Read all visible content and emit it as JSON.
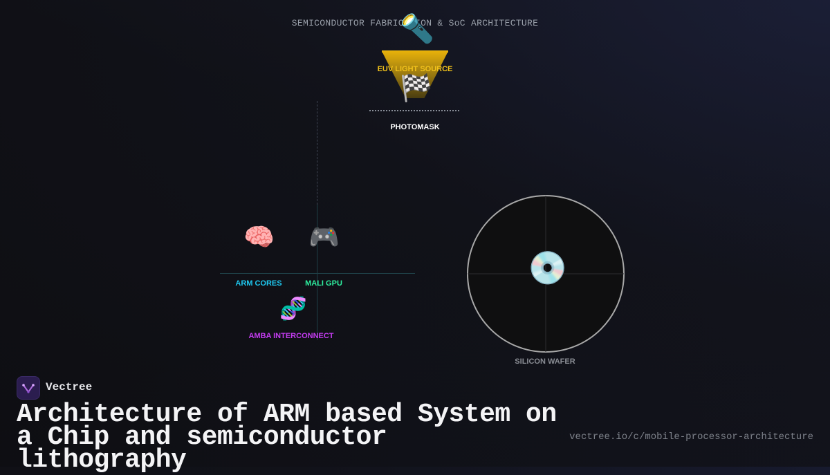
{
  "header": {
    "title": "SEMICONDUCTOR FABRICATION & SoC ARCHITECTURE"
  },
  "lithography": {
    "euv_icon": "🔦",
    "euv_label": "EUV LIGHT SOURCE",
    "mask_icon": "🏁",
    "mask_label": "PHOTOMASK",
    "colors": {
      "euv": "#f2c21b",
      "mask_label": "#ffffff"
    }
  },
  "soc": {
    "cpu_icon": "🧠",
    "cpu_label": "ARM CORES",
    "gpu_icon": "🎮",
    "gpu_label": "MALI GPU",
    "bus_icon": "🧬",
    "bus_label": "AMBA INTERCONNECT",
    "colors": {
      "cpu": "#1ec8f0",
      "gpu": "#2ef0a0",
      "bus": "#c53cf2"
    }
  },
  "wafer": {
    "icon": "💿",
    "label": "SILICON WAFER",
    "colors": {
      "label": "#8a8d94",
      "outline": "#a8a8a8"
    }
  },
  "brand": {
    "name": "Vectree",
    "headline": "Architecture of ARM based System on a Chip and semiconductor lithography",
    "url": "vectree.io/c/mobile-processor-architecture"
  }
}
